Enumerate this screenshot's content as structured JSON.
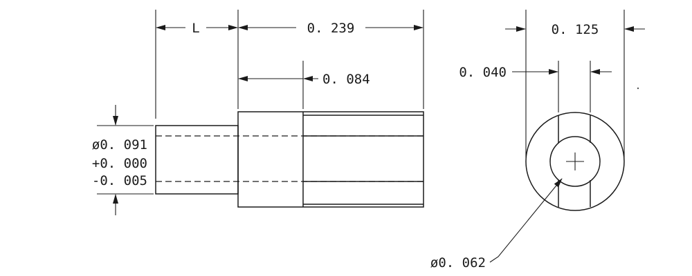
{
  "drawing": {
    "dim_length": "L",
    "dim_overall": "0. 239",
    "dim_slot_depth": "0. 084",
    "dim_shank_diameter": "ø0. 091",
    "dim_shank_tol_plus": "+0. 000",
    "dim_shank_tol_minus": "-0. 005",
    "dim_head_width": "0. 125",
    "dim_slot_width": "0. 040",
    "dim_hole_diameter": "ø0. 062"
  }
}
